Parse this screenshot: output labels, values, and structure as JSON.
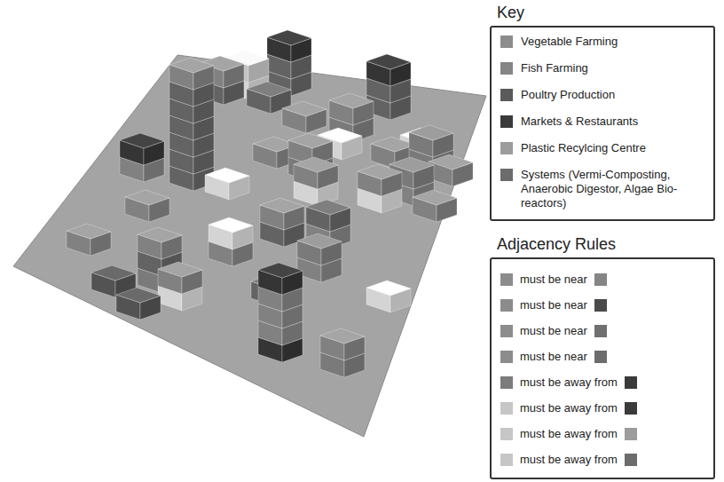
{
  "diagram": {
    "nodes": [
      {
        "text": [
          "Key"
        ]
      },
      {
        "text": [
          "Adjacency Rules"
        ]
      }
    ],
    "labels": [
      "must be near",
      "must be near",
      "must be near",
      "must be near",
      "must be away from",
      "must be away from",
      "must be away from",
      "must be away from"
    ],
    "legend": [
      {
        "text": "Vegetable Farming",
        "color": "#8c8c8c"
      },
      {
        "text": "Fish Farming",
        "color": "#858585"
      },
      {
        "text": "Poultry Production",
        "color": "#5a5a5a"
      },
      {
        "text": "Markets & Restaurants",
        "color": "#3a3a3a"
      },
      {
        "text": "Plastic Recylcing Centre",
        "color": "#9c9c9c"
      },
      {
        "text": "Systems (Vermi-Composting, Anaerobic Digestor, Algae Bio-reactors)",
        "color": "#6c6c6c"
      }
    ]
  }
}
